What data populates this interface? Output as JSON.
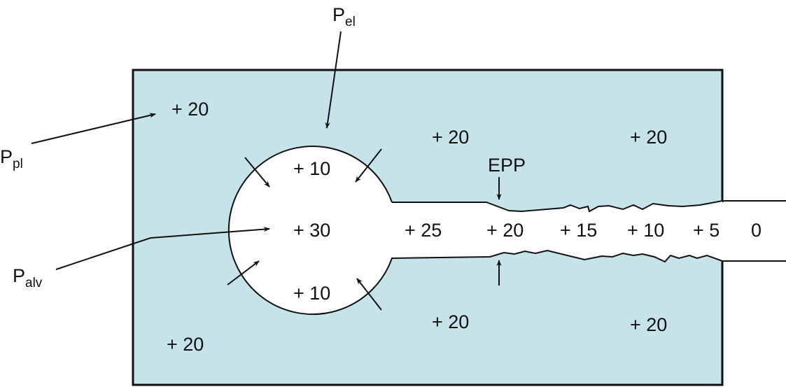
{
  "colors": {
    "tissue": "#c6e3ea",
    "line": "#111111"
  },
  "labels": {
    "pel": {
      "main": "P",
      "sub": "el"
    },
    "ppl": {
      "main": "P",
      "sub": "pl"
    },
    "palv": {
      "main": "P",
      "sub": "alv"
    },
    "epp": "EPP"
  },
  "pressures": {
    "pleural": [
      "+ 20",
      "+ 20",
      "+ 20",
      "+ 20",
      "+ 20",
      "+ 20"
    ],
    "alveolar_recoil_top": "+ 10",
    "alveolar_recoil_bottom": "+ 10",
    "alveolar": "+ 30",
    "airway": [
      "+ 25",
      "+ 20",
      "+ 15",
      "+ 10",
      "+ 5",
      "0"
    ]
  }
}
